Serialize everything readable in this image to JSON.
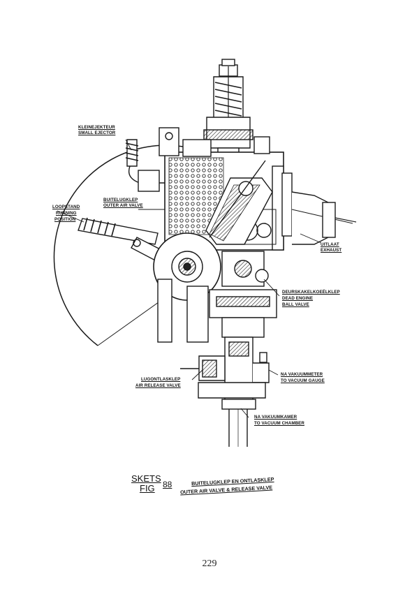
{
  "labels": {
    "ejector_af": "KLEINEJEKTEUR",
    "ejector_en": "SMALL EJECTOR",
    "outer_valve_af": "BUITELUGKLEP",
    "outer_valve_en": "OUTER AIR VALVE",
    "loopstand": "LOOPSTAND",
    "running": "RUNNING",
    "position": "POSITION",
    "exhaust_af": "UITLAAT",
    "exhaust_en": "EXHAUST",
    "dead_engine_af": "DEURSKAKELKOEËLKLEP",
    "dead_engine_en1": "DEAD ENGINE",
    "dead_engine_en2": "BALL VALVE",
    "gauge_af": "NA VAKUUMMETER",
    "gauge_en": "TO VACUUM GAUGE",
    "release_af": "LUGONTLASKLEP",
    "release_en": "AIR RELEASE VALVE",
    "chamber_af": "NA VAKUUMKAMER",
    "chamber_en": "TO VACUUM CHAMBER"
  },
  "caption": {
    "skets": "SKETS",
    "fig": "FIG",
    "number": "88",
    "title_af": "BUITELUGKLEP EN ONTLASKLEP",
    "title_en": "OUTER AIR VALVE & RELEASE VALVE"
  },
  "page_number": "229"
}
